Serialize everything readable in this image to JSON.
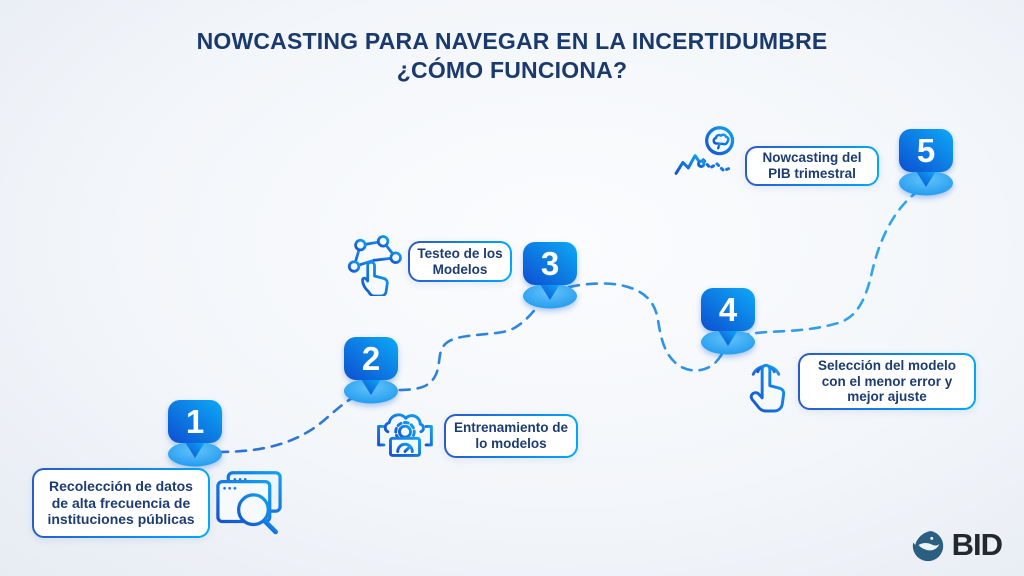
{
  "title": {
    "line1": "NOWCASTING PARA NAVEGAR EN LA INCERTIDUMBRE",
    "line2": "¿CÓMO FUNCIONA?"
  },
  "steps": [
    {
      "number": "1",
      "label": "Recolección de datos de alta frecuencia de instituciones públicas",
      "icon": "browser-barchart-magnifier-icon"
    },
    {
      "number": "2",
      "label": "Entrenamiento de lo modelos",
      "icon": "cloud-gear-laptop-icon"
    },
    {
      "number": "3",
      "label": "Testeo de los Modelos",
      "icon": "network-pointer-hand-icon"
    },
    {
      "number": "4",
      "label": "Selección del modelo con el menor error y mejor ajuste",
      "icon": "tap-hand-icon"
    },
    {
      "number": "5",
      "label": "Nowcasting del PIB trimestral",
      "icon": "chart-brain-forecast-icon"
    }
  ],
  "logo": {
    "text": "BID"
  },
  "colors": {
    "title_text": "#1a3a6e",
    "box_text": "#1d3c72",
    "box_border_start": "#2b59c8",
    "box_border_end": "#00a9ff",
    "pin_gradient_start": "#0a4fd0",
    "pin_gradient_end": "#09a9f7",
    "pin_base_ellipse": "#2ba6f2",
    "path_dash_start": "#2e6fd4",
    "path_dash_end": "#2fa8f0",
    "icon_stroke_start": "#1553cf",
    "icon_stroke_end": "#12a1f4",
    "logo_globe": "#2b5f82",
    "logo_text": "#23282e"
  }
}
